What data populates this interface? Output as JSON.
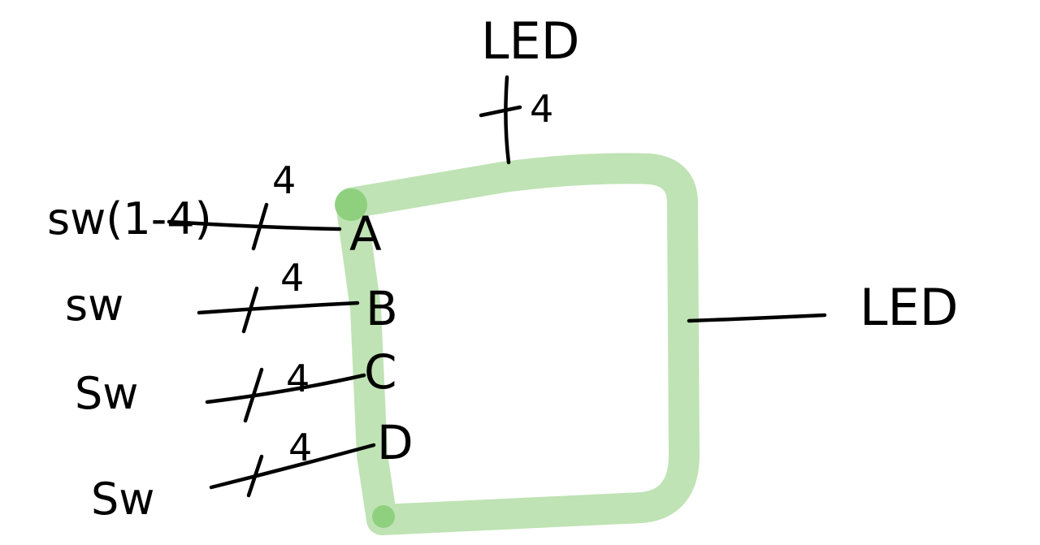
{
  "diagram": {
    "block_color": "#bfe3b4",
    "block_dot_color": "#8fd07f",
    "ink_color": "#000000",
    "inputs": [
      {
        "source": "sw(1-4)",
        "port": "A",
        "width": "4"
      },
      {
        "source": "sw",
        "port": "B",
        "width": "4"
      },
      {
        "source": "Sw",
        "port": "C",
        "width": "4"
      },
      {
        "source": "Sw",
        "port": "D",
        "width": "4"
      }
    ],
    "top_output": {
      "label": "LED",
      "width": "4"
    },
    "right_output": {
      "label": "LED"
    }
  }
}
